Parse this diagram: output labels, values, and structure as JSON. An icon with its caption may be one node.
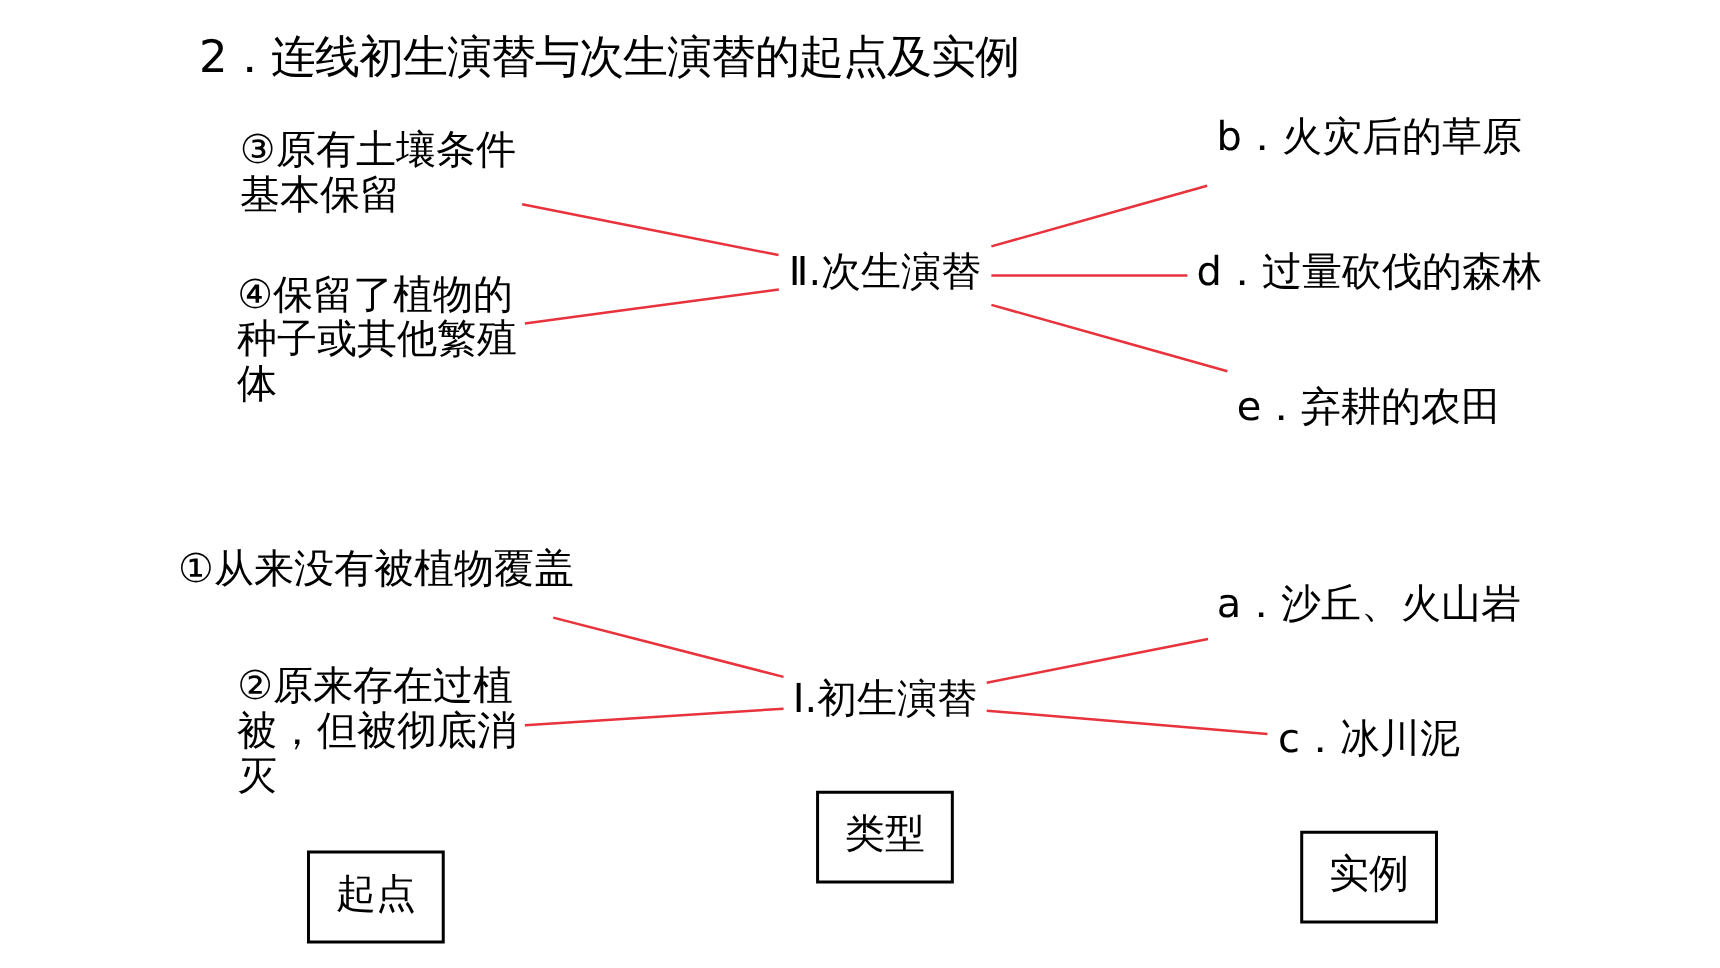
{
  "diagram": {
    "title": "2．连线初生演替与次生演替的起点及实例",
    "nodes": [
      {
        "text": [
          "起点"
        ]
      },
      {
        "text": [
          "类型"
        ]
      },
      {
        "text": [
          "实例"
        ]
      },
      {
        "text": [
          "①从来没有被植物覆盖"
        ]
      },
      {
        "text": [
          "②原来存在过植被，但被彻底消灭"
        ]
      },
      {
        "text": [
          "③原有土壤条件基本保留"
        ]
      },
      {
        "text": [
          "④保留了植物的种子或其他繁殖体"
        ]
      },
      {
        "text": [
          "Ⅰ.初生演替"
        ]
      },
      {
        "text": [
          "Ⅱ.次生演替"
        ]
      },
      {
        "text": [
          "a．沙丘、火山岩"
        ]
      },
      {
        "text": [
          "b．火灾后的草原"
        ]
      },
      {
        "text": [
          "c．冰川泥"
        ]
      },
      {
        "text": [
          "d．过量砍伐的森林"
        ]
      },
      {
        "text": [
          "e．弃耕的农田"
        ]
      }
    ],
    "edges": [
      {
        "from": 3,
        "to": 7,
        "arrow": "none"
      },
      {
        "from": 4,
        "to": 7,
        "arrow": "none"
      },
      {
        "from": 5,
        "to": 8,
        "arrow": "none"
      },
      {
        "from": 6,
        "to": 8,
        "arrow": "none"
      },
      {
        "from": 7,
        "to": 9,
        "arrow": "none"
      },
      {
        "from": 7,
        "to": 11,
        "arrow": "none"
      },
      {
        "from": 8,
        "to": 10,
        "arrow": "none"
      },
      {
        "from": 8,
        "to": 12,
        "arrow": "none"
      },
      {
        "from": 8,
        "to": 13,
        "arrow": "none"
      }
    ]
  }
}
